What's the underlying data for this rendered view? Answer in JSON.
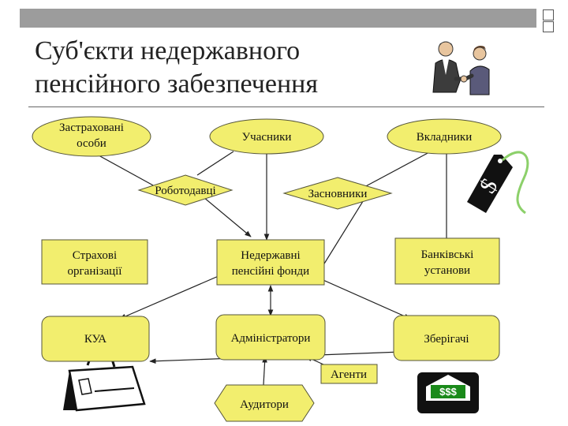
{
  "title_line1": "Суб'єкти недержавного",
  "title_line2": "пенсійного забезпечення",
  "colors": {
    "node_fill": "#f2ee6e",
    "node_stroke": "#55553a",
    "edge": "#222222",
    "title_bar": "#9c9c9c"
  },
  "icons": [
    "businessmen-handshake-clipart",
    "dollar-price-tag-icon",
    "briefcase-icon",
    "dollar-screen-icon"
  ],
  "nodes": {
    "insured": {
      "line1": "Застраховані",
      "line2": "особи"
    },
    "participants": {
      "line1": "Учасники"
    },
    "depositors": {
      "line1": "Вкладники"
    },
    "employers": {
      "line1": "Роботодавці"
    },
    "founders": {
      "line1": "Засновники"
    },
    "insurance_orgs": {
      "line1": "Страхові",
      "line2": "організації"
    },
    "npf": {
      "line1": "Недержавні",
      "line2": "пенсійні фонди"
    },
    "banks": {
      "line1": "Банківські",
      "line2": "установи"
    },
    "kua": {
      "line1": "КУА"
    },
    "administrators": {
      "line1": "Адміністратори"
    },
    "custodians": {
      "line1": "Зберігачі"
    },
    "agents": {
      "line1": "Агенти"
    },
    "auditors": {
      "line1": "Аудитори"
    }
  },
  "money_icon_text": "$$$",
  "tag_icon_text": "$"
}
